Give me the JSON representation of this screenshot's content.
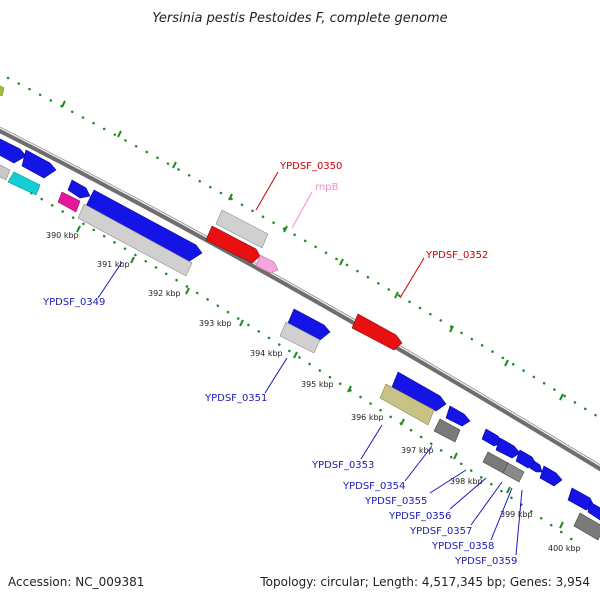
{
  "title": "Yersinia pestis Pestoides F, complete genome",
  "footer": {
    "accession": "Accession: NC_009381",
    "summary": "Topology: circular; Length: 4,517,345 bp; Genes: 3,954"
  },
  "kbp_ticks": [
    "390 kbp",
    "391 kbp",
    "392 kbp",
    "393 kbp",
    "394 kbp",
    "395 kbp",
    "396 kbp",
    "397 kbp",
    "398 kbp",
    "399 kbp",
    "400 kbp"
  ],
  "gene_labels": [
    {
      "name": "YPDSF_0349",
      "strand": "minus"
    },
    {
      "name": "YPDSF_0350",
      "strand": "plus"
    },
    {
      "name": "rnpB",
      "strand": "plus"
    },
    {
      "name": "YPDSF_0351",
      "strand": "minus"
    },
    {
      "name": "YPDSF_0352",
      "strand": "plus"
    },
    {
      "name": "YPDSF_0353",
      "strand": "minus"
    },
    {
      "name": "YPDSF_0354",
      "strand": "minus"
    },
    {
      "name": "YPDSF_0355",
      "strand": "minus"
    },
    {
      "name": "YPDSF_0356",
      "strand": "minus"
    },
    {
      "name": "YPDSF_0357",
      "strand": "minus"
    },
    {
      "name": "YPDSF_0358",
      "strand": "minus"
    },
    {
      "name": "YPDSF_0359",
      "strand": "minus"
    }
  ],
  "colors": {
    "blue": "#1414e6",
    "red": "#e81010",
    "pink": "#f7a6d9",
    "magenta": "#e6179d",
    "cyan": "#12cfd4",
    "olive": "#c9c285",
    "gray": "#c8c8c8",
    "darkgray": "#7a7a7a",
    "tickgreen": "#1f8a1f",
    "label_plus": "#cc0000",
    "label_minus": "#1a1ab5",
    "label_rna": "#f08ccf"
  }
}
